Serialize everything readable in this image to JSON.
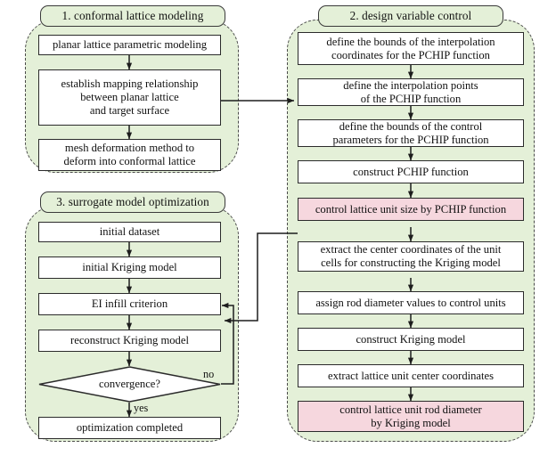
{
  "diagram": {
    "type": "flowchart",
    "title": "Conformal lattice design and optimization workflow",
    "colors": {
      "panel_fill": "#e4f0d8",
      "panel_border": "#4a4a4a",
      "node_fill": "#ffffff",
      "node_border": "#2b2b2b",
      "highlight_fill": "#f6d7de",
      "text": "#111111"
    }
  },
  "panels": [
    {
      "id": "panel1",
      "title": "1.  conformal lattice modeling",
      "nodes": [
        {
          "id": "p1n1",
          "label": "planar lattice parametric modeling",
          "kind": "process"
        },
        {
          "id": "p1n2",
          "label": "establish mapping relationship\nbetween planar lattice\nand target surface",
          "kind": "process"
        },
        {
          "id": "p1n3",
          "label": "mesh deformation method to\ndeform into conformal lattice",
          "kind": "process"
        }
      ]
    },
    {
      "id": "panel2",
      "title": "2.  design variable control",
      "nodes": [
        {
          "id": "p2n1",
          "label": "define the bounds of the interpolation\ncoordinates for the PCHIP function",
          "kind": "process"
        },
        {
          "id": "p2n2",
          "label": "define the interpolation points\nof the PCHIP function",
          "kind": "process"
        },
        {
          "id": "p2n3",
          "label": "define the bounds of the control\nparameters for the PCHIP function",
          "kind": "process"
        },
        {
          "id": "p2n4",
          "label": "construct PCHIP function",
          "kind": "process"
        },
        {
          "id": "p2n5",
          "label": "control lattice unit size by PCHIP function",
          "kind": "highlight"
        },
        {
          "id": "p2n6",
          "label": "extract the center coordinates of the unit\ncells for constructing the Kriging model",
          "kind": "process"
        },
        {
          "id": "p2n7",
          "label": "assign rod diameter values to control units",
          "kind": "process"
        },
        {
          "id": "p2n8",
          "label": "construct Kriging model",
          "kind": "process"
        },
        {
          "id": "p2n9",
          "label": "extract lattice unit center coordinates",
          "kind": "process"
        },
        {
          "id": "p2n10",
          "label": "control lattice unit rod diameter\nby Kriging model",
          "kind": "highlight"
        }
      ]
    },
    {
      "id": "panel3",
      "title": "3.  surrogate model optimization",
      "nodes": [
        {
          "id": "p3n1",
          "label": "initial dataset",
          "kind": "process"
        },
        {
          "id": "p3n2",
          "label": "initial Kriging model",
          "kind": "process"
        },
        {
          "id": "p3n3",
          "label": "EI infill criterion",
          "kind": "process"
        },
        {
          "id": "p3n4",
          "label": "reconstruct Kriging model",
          "kind": "process"
        },
        {
          "id": "p3n5",
          "label": "convergence?",
          "kind": "decision"
        },
        {
          "id": "p3n6",
          "label": "optimization completed",
          "kind": "process"
        }
      ]
    }
  ],
  "edge_labels": {
    "no": "no",
    "yes": "yes"
  }
}
